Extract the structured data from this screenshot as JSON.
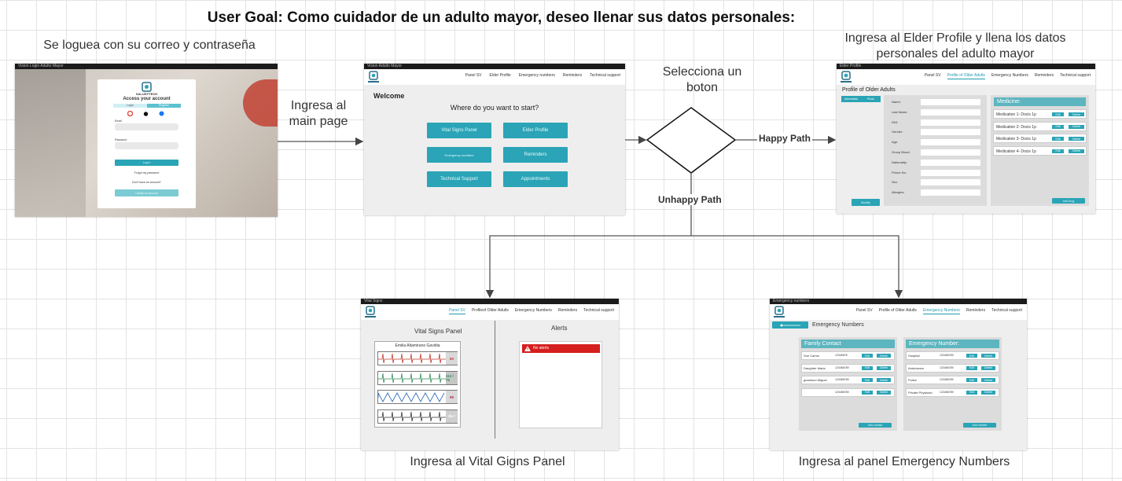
{
  "title": "User Goal: Como cuidador de un adulto mayor, deseo llenar sus datos personales:",
  "captions": {
    "login": "Se loguea con su correo y contraseña",
    "to_main": "Ingresa al main page",
    "decision": "Selecciona un boton",
    "elder": "Ingresa al Elder Profile y llena los datos personales del adulto mayor",
    "vital": "Ingresa al Vital Gigns Panel",
    "emergency": "Ingresa al panel Emergency Numbers"
  },
  "edges": {
    "happy": "Happy Path",
    "unhappy": "Unhappy Path"
  },
  "login_screen": {
    "tab": "Vision Login Adulto Mayor",
    "brand": "SALUDYTECH",
    "heading": "Access your account",
    "tabs": [
      "Login",
      "Register"
    ],
    "email_label": "Email",
    "password_label": "Password",
    "login_btn": "Log in",
    "forgot": "Forgot my password",
    "no_account": "Don't have an account?",
    "create_btn": "Create an account"
  },
  "main_screen": {
    "tab": "Vision Adulto Mayor",
    "nav": [
      "Panel SV",
      "Elder Profile",
      "Emergency numbers",
      "Reminders",
      "Technical support"
    ],
    "welcome": "Welcome",
    "question": "Where do you want to start?",
    "buttons": [
      "Vital Signs Panel",
      "Elder Profile",
      "Emergency numbers",
      "Reminders",
      "Technical Support",
      "Appointments"
    ]
  },
  "elder_screen": {
    "tab": "Elder Profile",
    "nav": [
      "Panel SV",
      "Profile of Older Adults",
      "Emergency Numbers",
      "Reminders",
      "Technical support"
    ],
    "heading": "Profile of Older Adults",
    "side_tabs": [
      "Information",
      "Photo"
    ],
    "side_btn": "Modify",
    "fields": [
      "Name:",
      "Last Name:",
      "DNI:",
      "Gender:",
      "Age:",
      "Group Blood:",
      "Nationality:",
      "Phone No:",
      "Sex:",
      "Allergies:"
    ],
    "medicine_header": "Medicine:",
    "medications": [
      "Medication 1- Docis 1p",
      "Medication 2- Docis 1p",
      "Medication 3- Docis 1p",
      "Medication 4- Docis 1p"
    ],
    "edit": "Edit",
    "delete": "Delete",
    "add_btn": "Add Drug"
  },
  "vital_screen": {
    "tab": "Vital Signs",
    "nav": [
      "Panel SV",
      "Profileof Older Adults",
      "Emergency Numbers",
      "Reminders",
      "Technical support"
    ],
    "panel_title": "Vital Signs Panel",
    "patient": "Emilia Altamirano Gavidia",
    "readings": [
      "83",
      "112 / 75",
      "98",
      "36.7"
    ],
    "alerts_title": "Alerts",
    "no_alerts": "No alerts"
  },
  "emergency_screen": {
    "tab": "Emergency numbers",
    "nav": [
      "Panel SV",
      "Profile of Older Adults",
      "Emergency Numbers",
      "Reminders",
      "Technical support"
    ],
    "heading": "Emergency Numbers",
    "family_header": "Family Contact",
    "family": [
      {
        "name": "Son Carlos",
        "phone": "12345678"
      },
      {
        "name": "Daughter Maria",
        "phone": "123456789"
      },
      {
        "name": "grandson Miguel",
        "phone": "123456789"
      },
      {
        "name": "",
        "phone": "123456789"
      }
    ],
    "emergency_header": "Emergency Number:",
    "emergency": [
      {
        "name": "Hospital",
        "phone": "123456789"
      },
      {
        "name": "Ambulance",
        "phone": "123456789"
      },
      {
        "name": "Police",
        "phone": "123456789"
      },
      {
        "name": "Private Physician",
        "phone": "123456789"
      }
    ],
    "edit": "Edit",
    "delete": "Delete",
    "add_contact": "Add contact",
    "add_number": "Add number"
  },
  "colors": {
    "teal": "#2aa4b6",
    "alert_red": "#d51e1e",
    "heart_rate": "#c0392b",
    "pressure": "#2e8b57",
    "oxygen": "#1f5fb8"
  }
}
